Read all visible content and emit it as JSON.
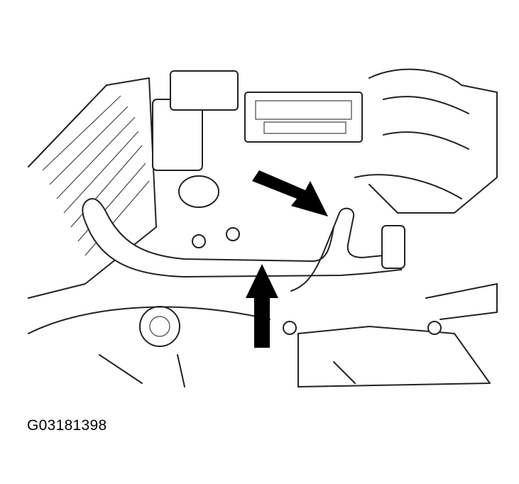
{
  "figure": {
    "caption": "G03181398",
    "colors": {
      "line": "#222222",
      "arrow": "#000000",
      "background": "#ffffff"
    },
    "arrows": [
      {
        "name": "upper-arrow",
        "direction": "down-right"
      },
      {
        "name": "lower-arrow",
        "direction": "up"
      }
    ]
  }
}
